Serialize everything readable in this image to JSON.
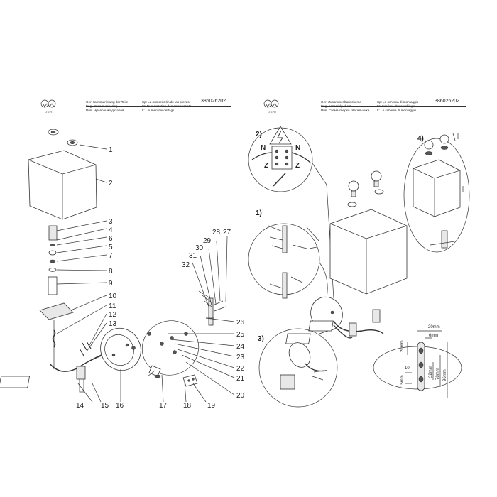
{
  "left_page": {
    "logo": "LIGHT",
    "code": "386026202",
    "header": {
      "ger": "Ger: Nummerierung der Teile",
      "eng": "Eng: Parts numbering",
      "rus": "Rus: Нумерация деталей",
      "sp": "Sp: La numeración de las piezas",
      "fr": "Fr: Numérotation des composants",
      "it": "It: I numeri dei dettagli"
    },
    "parts": [
      "1",
      "2",
      "3",
      "4",
      "5",
      "6",
      "7",
      "8",
      "9",
      "10",
      "11",
      "12",
      "13",
      "14",
      "15",
      "16",
      "17",
      "18",
      "19",
      "20",
      "21",
      "22",
      "23",
      "24",
      "25",
      "26",
      "27",
      "28",
      "29",
      "30",
      "31",
      "32"
    ]
  },
  "right_page": {
    "logo": "LIGHT",
    "code": "386026202",
    "header": {
      "ger": "Ger: Zusammenbauschema",
      "eng": "Eng: Assembly chart",
      "rus": "Rus: Схема сборки светильника",
      "sp": "Sp: Lo schema di montaggio",
      "fr": "Fr: Schéma d'assemblage",
      "it": "It: Lo schema di montaggio"
    },
    "steps": [
      "1)",
      "2)",
      "3)",
      "4)"
    ],
    "terminal_labels": [
      "N",
      "Z"
    ],
    "dimensions": {
      "d20mm": "20mm",
      "d6mm": "6mm",
      "d20mm_v": "20mm",
      "d10": "10",
      "d15mm": "15mm",
      "d32mm": "32mm",
      "d78mm": "78mm",
      "d96mm": "96mm"
    }
  }
}
